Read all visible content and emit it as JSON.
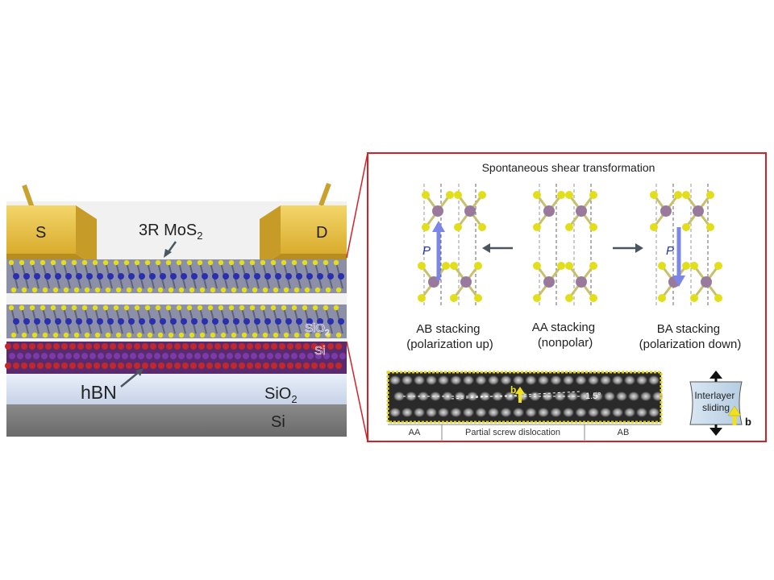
{
  "device": {
    "source_label": "S",
    "drain_label": "D",
    "mos2_label": "3R MoS",
    "mos2_sub": "2",
    "hbn_label": "hBN",
    "sio2_inset": "SiO",
    "sio2_inset_sub": "2",
    "si_inset": "Si",
    "sio2_label": "SiO",
    "sio2_sub": "2",
    "si_label": "Si"
  },
  "panel": {
    "title": "Spontaneous shear transformation",
    "polarization_symbol": "P",
    "stackings": [
      {
        "line1": "AB stacking",
        "line2": "(polarization up)"
      },
      {
        "line1": "AA stacking",
        "line2": "(nonpolar)"
      },
      {
        "line1": "BA stacking",
        "line2": "(polarization down)"
      }
    ],
    "micrograph": {
      "burgers_label": "b",
      "angle_label": "1.5°",
      "regions": [
        "AA",
        "Partial screw dislocation",
        "AB"
      ]
    },
    "sliding": {
      "label_line1": "Interlayer",
      "label_line2": "sliding",
      "burgers_label": "b"
    }
  },
  "colors": {
    "frame": "#d42027",
    "gold": "#e6c24a",
    "mo": "#9a7a9c",
    "s": "#e3de1a",
    "arrow_p": "#7b86e6",
    "micro_border": "#e6d21a",
    "sliding_box": "#c9dcec"
  }
}
